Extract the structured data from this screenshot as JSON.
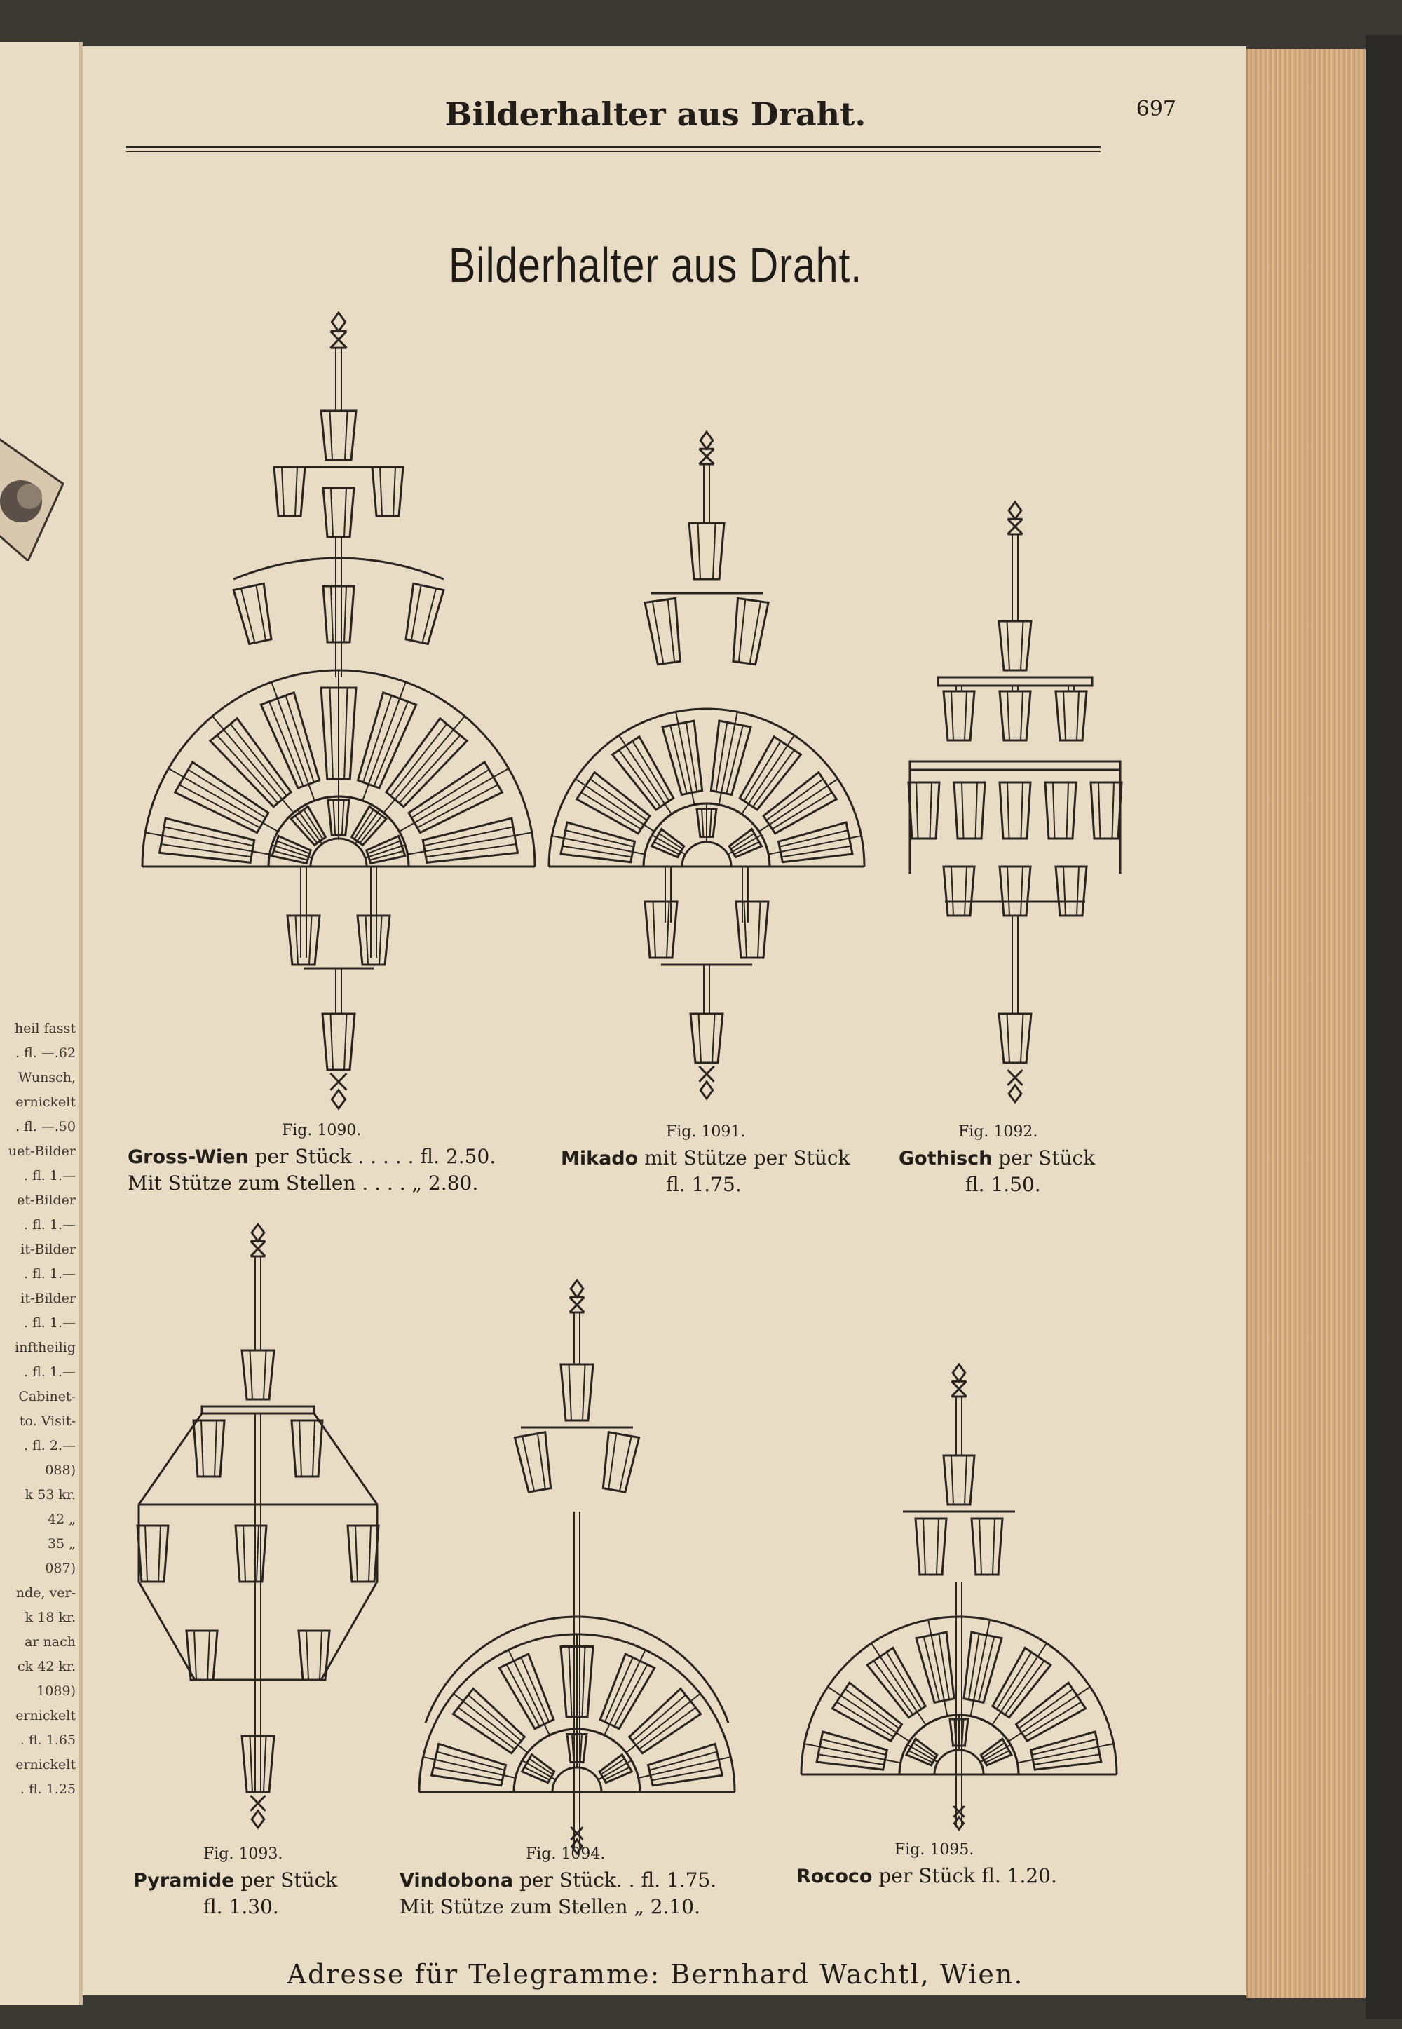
{
  "header": {
    "running_head": "Bilderhalter aus Draht.",
    "page_number": "697"
  },
  "title": "Bilderhalter aus Draht.",
  "left_page_fragments": [
    "heil fasst",
    ". fl. —.62",
    "Wunsch,",
    "ernickelt",
    ". fl. —.50",
    "uet-Bilder",
    ". fl. 1.—",
    "et-Bilder",
    ". fl. 1.—",
    "it-Bilder",
    ". fl. 1.—",
    "it-Bilder",
    ". fl. 1.—",
    "inftheilig",
    ". fl. 1.—",
    "Cabinet-",
    "to. Visit-",
    ". fl. 2.—",
    "088)",
    "k 53 kr.",
    "42 „",
    "35 „",
    "087)",
    "nde, ver-",
    "k 18 kr.",
    "ar nach",
    "ck 42 kr.",
    "1089)",
    "ernickelt",
    ". fl. 1.65",
    "ernickelt",
    ". fl. 1.25"
  ],
  "figures": [
    {
      "number": "Fig. 1090.",
      "name": "Gross-Wien",
      "line1_rest": " per Stück . . . . . fl. 2.50.",
      "line2": "Mit Stütze zum Stellen . . . . „ 2.80.",
      "illustration": "wire-picture-holder-gross-wien"
    },
    {
      "number": "Fig. 1091.",
      "name": "Mikado",
      "line1_rest": " mit Stütze per Stück",
      "line2": "fl. 1.75.",
      "illustration": "wire-picture-holder-mikado"
    },
    {
      "number": "Fig. 1092.",
      "name": "Gothisch",
      "line1_rest": " per Stück",
      "line2": "fl. 1.50.",
      "illustration": "wire-picture-holder-gothisch"
    },
    {
      "number": "Fig. 1093.",
      "name": "Pyramide",
      "line1_rest": " per Stück",
      "line2": "fl. 1.30.",
      "illustration": "wire-picture-holder-pyramide"
    },
    {
      "number": "Fig. 1094.",
      "name": "Vindobona",
      "line1_rest": " per Stück. . fl. 1.75.",
      "line2": "Mit Stütze zum Stellen „ 2.10.",
      "illustration": "wire-picture-holder-vindobona"
    },
    {
      "number": "Fig. 1095.",
      "name": "Rococo",
      "line1_rest": " per Stück fl. 1.20.",
      "line2": "",
      "illustration": "wire-picture-holder-rococo"
    }
  ],
  "footer": "Adresse für Telegramme: Bernhard Wachtl, Wien."
}
